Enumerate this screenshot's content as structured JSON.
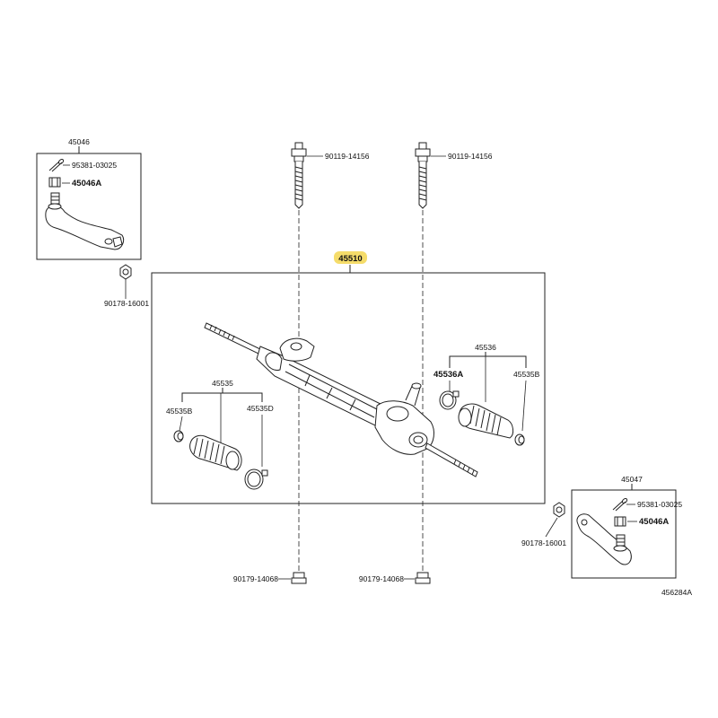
{
  "colors": {
    "line": "#222222",
    "highlight": "#f5dc6a",
    "background": "#ffffff"
  },
  "labels": {
    "p45046": "45046",
    "p45047": "45047",
    "p95381_l": "95381-03025",
    "p95381_r": "95381-03025",
    "p45046a_l": "45046A",
    "p45046a_r": "45046A",
    "p90178_l": "90178-16001",
    "p90178_r": "90178-16001",
    "p90119_l": "90119-14156",
    "p90119_r": "90119-14156",
    "p45510": "45510",
    "p45535": "45535",
    "p45535b_l": "45535B",
    "p45535d": "45535D",
    "p45536": "45536",
    "p45536a": "45536A",
    "p45535b_r": "45535B",
    "p90179_l": "90179-14068",
    "p90179_r": "90179-14068",
    "ref": "456284A"
  }
}
